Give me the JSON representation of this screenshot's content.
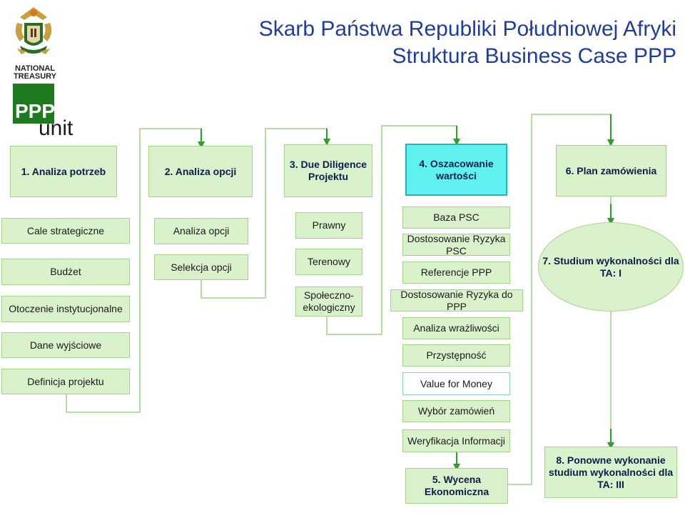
{
  "header": {
    "title_line1": "Skarb Państwa Republiki Południowej Afryki",
    "title_line2": "Struktura Business Case PPP"
  },
  "logos": {
    "treasury_line1": "NATIONAL",
    "treasury_line2": "TREASURY",
    "ppp_top": "PPP",
    "ppp_bottom": "unit"
  },
  "colors": {
    "title": "#1f3da0",
    "box_fill": "#d9f2cc",
    "box_border": "#a6d38c",
    "highlight_fill": "#5ff0f0",
    "connector": "#b6dca2",
    "arrow": "#2e9e2e"
  },
  "phases": {
    "p1": "1. Analiza potrzeb",
    "p2": "2. Analiza opcji",
    "p3": "3. Due Diligence Projektu",
    "p4": "4. Oszacowanie wartości",
    "p5": "5. Wycena Ekonomiczna",
    "p6": "6. Plan zamówienia",
    "p7": "7. Studium wykonalności dla TA: I",
    "p8": "8. Ponowne wykonanie studium wykonalności dla TA: III"
  },
  "col1": [
    "Cale strategiczne",
    "Budżet",
    "Otoczenie instytucjonalne",
    "Dane wyjściowe",
    "Definicja projektu"
  ],
  "col2": [
    "Analiza opcji",
    "Selekcja opcji"
  ],
  "col3": [
    "Prawny",
    "Terenowy",
    "Społeczno-ekologiczny"
  ],
  "col4": [
    "Baza PSC",
    "Dostosowanie Ryzyka PSC",
    "Referencje PPP",
    "Dostosowanie Ryzyka do PPP",
    "Analiza wrażliwości",
    "Przystępność",
    "Value for Money",
    "Wybór zamówień",
    "Weryfikacja Informacji"
  ]
}
